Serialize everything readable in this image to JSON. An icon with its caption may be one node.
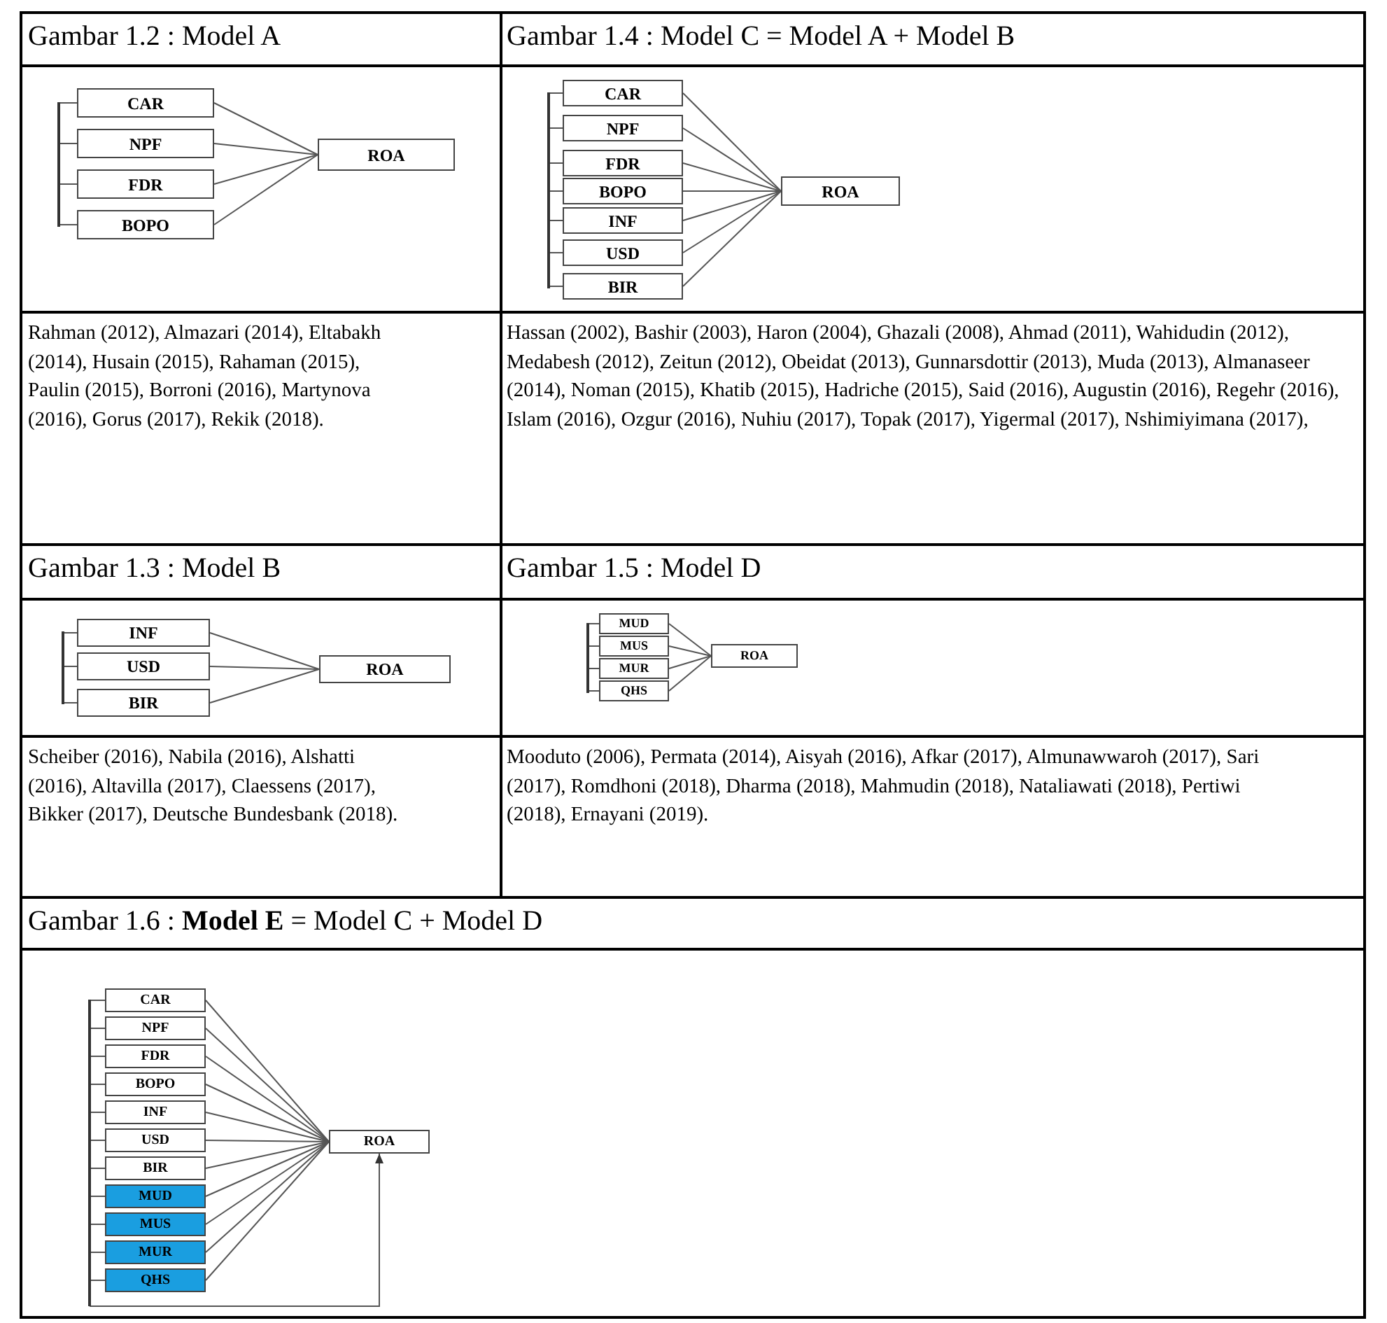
{
  "diagram": {
    "nodes": [
      {
        "text": [
          "CAR"
        ]
      },
      {
        "text": [
          "NPF"
        ]
      },
      {
        "text": [
          "FDR"
        ]
      },
      {
        "text": [
          "BOPO"
        ]
      },
      {
        "text": [
          "ROA"
        ]
      },
      {
        "text": [
          "CAR"
        ]
      },
      {
        "text": [
          "NPF"
        ]
      },
      {
        "text": [
          "FDR"
        ]
      },
      {
        "text": [
          "BOPO"
        ]
      },
      {
        "text": [
          "INF"
        ]
      },
      {
        "text": [
          "USD"
        ]
      },
      {
        "text": [
          "BIR"
        ]
      },
      {
        "text": [
          "ROA"
        ]
      },
      {
        "text": [
          "INF"
        ]
      },
      {
        "text": [
          "USD"
        ]
      },
      {
        "text": [
          "BIR"
        ]
      },
      {
        "text": [
          "ROA"
        ]
      },
      {
        "text": [
          "MUD"
        ]
      },
      {
        "text": [
          "MUS"
        ]
      },
      {
        "text": [
          "MUR"
        ]
      },
      {
        "text": [
          "QHS"
        ]
      },
      {
        "text": [
          "ROA"
        ]
      },
      {
        "text": [
          "CAR"
        ]
      },
      {
        "text": [
          "NPF"
        ]
      },
      {
        "text": [
          "FDR"
        ]
      },
      {
        "text": [
          "BOPO"
        ]
      },
      {
        "text": [
          "INF"
        ]
      },
      {
        "text": [
          "USD"
        ]
      },
      {
        "text": [
          "BIR"
        ]
      },
      {
        "text": [
          "MUD"
        ]
      },
      {
        "text": [
          "MUS"
        ]
      },
      {
        "text": [
          "MUR"
        ]
      },
      {
        "text": [
          "QHS"
        ]
      },
      {
        "text": [
          "ROA"
        ]
      },
      {
        "text": [],
        "shape": "bar"
      },
      {
        "text": [],
        "shape": "bar"
      },
      {
        "text": [],
        "shape": "bar"
      },
      {
        "text": [],
        "shape": "bar"
      },
      {
        "text": [],
        "shape": "bar"
      }
    ],
    "edges": [
      {
        "from": 0,
        "to": 4,
        "arrow": "none"
      },
      {
        "from": 1,
        "to": 4,
        "arrow": "none"
      },
      {
        "from": 2,
        "to": 4,
        "arrow": "none"
      },
      {
        "from": 3,
        "to": 4,
        "arrow": "none"
      },
      {
        "from": 5,
        "to": 12,
        "arrow": "none"
      },
      {
        "from": 6,
        "to": 12,
        "arrow": "none"
      },
      {
        "from": 7,
        "to": 12,
        "arrow": "none"
      },
      {
        "from": 8,
        "to": 12,
        "arrow": "none"
      },
      {
        "from": 9,
        "to": 12,
        "arrow": "none"
      },
      {
        "from": 10,
        "to": 12,
        "arrow": "none"
      },
      {
        "from": 11,
        "to": 12,
        "arrow": "none"
      },
      {
        "from": 13,
        "to": 16,
        "arrow": "none"
      },
      {
        "from": 14,
        "to": 16,
        "arrow": "none"
      },
      {
        "from": 15,
        "to": 16,
        "arrow": "none"
      },
      {
        "from": 17,
        "to": 21,
        "arrow": "none"
      },
      {
        "from": 18,
        "to": 21,
        "arrow": "none"
      },
      {
        "from": 19,
        "to": 21,
        "arrow": "none"
      },
      {
        "from": 20,
        "to": 21,
        "arrow": "none"
      },
      {
        "from": 22,
        "to": 33,
        "arrow": "none"
      },
      {
        "from": 23,
        "to": 33,
        "arrow": "none"
      },
      {
        "from": 24,
        "to": 33,
        "arrow": "none"
      },
      {
        "from": 25,
        "to": 33,
        "arrow": "none"
      },
      {
        "from": 26,
        "to": 33,
        "arrow": "none"
      },
      {
        "from": 27,
        "to": 33,
        "arrow": "none"
      },
      {
        "from": 28,
        "to": 33,
        "arrow": "none"
      },
      {
        "from": 29,
        "to": 33,
        "arrow": "none"
      },
      {
        "from": 30,
        "to": 33,
        "arrow": "none"
      },
      {
        "from": 31,
        "to": 33,
        "arrow": "none"
      },
      {
        "from": 32,
        "to": 33,
        "arrow": "none"
      },
      {
        "from": 38,
        "to": 33,
        "arrow": "to"
      },
      {
        "from": 34,
        "to": 0,
        "arrow": "none"
      },
      {
        "from": 34,
        "to": 1,
        "arrow": "none"
      },
      {
        "from": 34,
        "to": 2,
        "arrow": "none"
      },
      {
        "from": 34,
        "to": 3,
        "arrow": "none"
      },
      {
        "from": 35,
        "to": 5,
        "arrow": "none"
      },
      {
        "from": 35,
        "to": 6,
        "arrow": "none"
      },
      {
        "from": 35,
        "to": 7,
        "arrow": "none"
      },
      {
        "from": 35,
        "to": 8,
        "arrow": "none"
      },
      {
        "from": 35,
        "to": 9,
        "arrow": "none"
      },
      {
        "from": 35,
        "to": 10,
        "arrow": "none"
      },
      {
        "from": 35,
        "to": 11,
        "arrow": "none"
      },
      {
        "from": 36,
        "to": 13,
        "arrow": "none"
      },
      {
        "from": 36,
        "to": 14,
        "arrow": "none"
      },
      {
        "from": 36,
        "to": 15,
        "arrow": "none"
      },
      {
        "from": 37,
        "to": 17,
        "arrow": "none"
      },
      {
        "from": 37,
        "to": 18,
        "arrow": "none"
      },
      {
        "from": 37,
        "to": 19,
        "arrow": "none"
      },
      {
        "from": 37,
        "to": 20,
        "arrow": "none"
      },
      {
        "from": 38,
        "to": 22,
        "arrow": "none"
      },
      {
        "from": 38,
        "to": 23,
        "arrow": "none"
      },
      {
        "from": 38,
        "to": 24,
        "arrow": "none"
      },
      {
        "from": 38,
        "to": 25,
        "arrow": "none"
      },
      {
        "from": 38,
        "to": 26,
        "arrow": "none"
      },
      {
        "from": 38,
        "to": 27,
        "arrow": "none"
      },
      {
        "from": 38,
        "to": 28,
        "arrow": "none"
      },
      {
        "from": 38,
        "to": 29,
        "arrow": "none"
      },
      {
        "from": 38,
        "to": 30,
        "arrow": "none"
      },
      {
        "from": 38,
        "to": 31,
        "arrow": "none"
      },
      {
        "from": 38,
        "to": 32,
        "arrow": "none"
      }
    ],
    "labels": [
      "Gambar 1.2 : Model A",
      "Gambar 1.4 : Model C = Model A + Model B",
      "Rahman (2012), Almazari (2014), Eltabakh (2014), Husain (2015), Rahaman (2015), Paulin (2015), Borroni (2016), Martynova (2016), Gorus (2017), Rekik (2018).",
      "Hassan (2002), Bashir (2003), Haron (2004), Ghazali (2008), Ahmad (2011), Wahidudin (2012), Medabesh (2012), Zeitun (2012), Obeidat (2013), Gunnarsdottir (2013), Muda (2013), Almanaseer (2014), Noman (2015), Khatib (2015), Hadriche (2015), Said (2016), Augustin (2016), Regehr (2016), Islam (2016), Ozgur (2016), Nuhiu (2017), Topak (2017), Yigermal (2017), Nshimiyimana (2017),",
      "Gambar 1.3 : Model B",
      "Gambar 1.5 : Model D",
      "Scheiber (2016), Nabila (2016), Alshatti (2016), Altavilla (2017), Claessens (2017), Bikker (2017), Deutsche Bundesbank (2018).",
      "Mooduto (2006), Permata (2014), Aisyah (2016), Afkar (2017), Almunawwaroh (2017), Sari (2017), Romdhoni (2018), Dharma (2018), Mahmudin (2018), Nataliawati (2018), Pertiwi (2018), Ernayani (2019).",
      "Gambar 1.6 : **Model E** = Model C + Model D"
    ]
  }
}
